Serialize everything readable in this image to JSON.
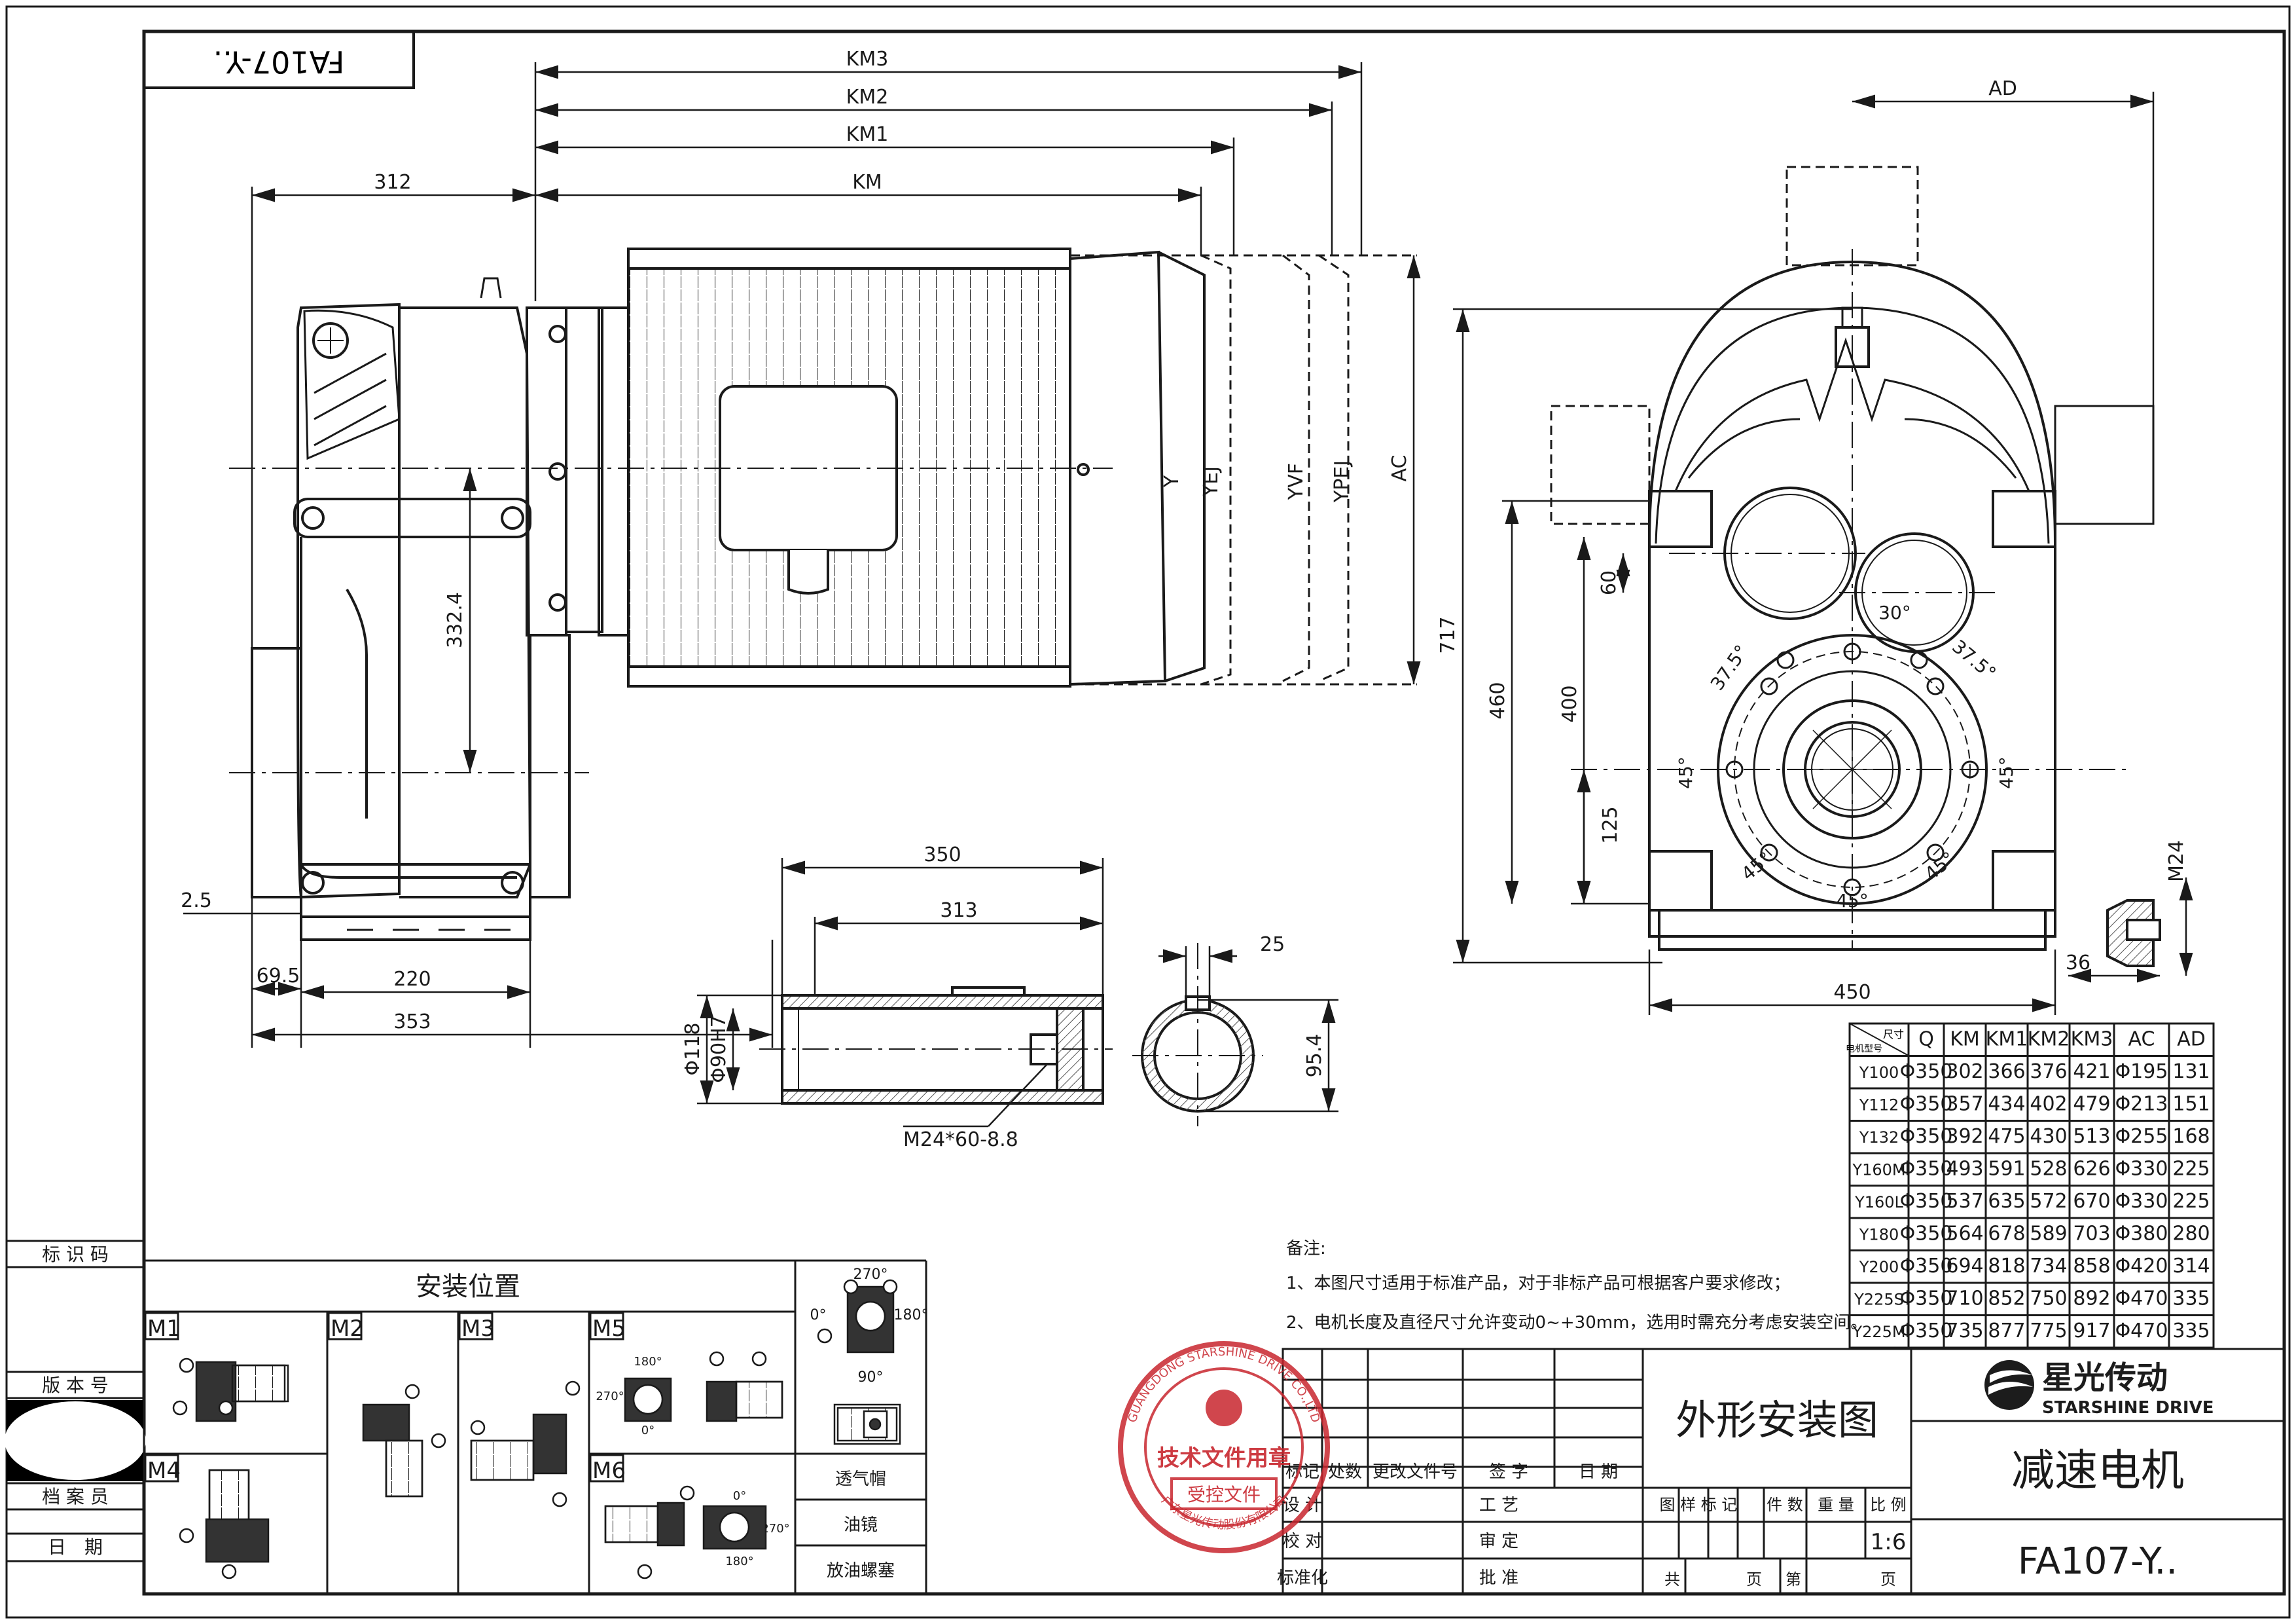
{
  "drawing": {
    "corner_code": "FA107-Y..",
    "title": "外形安装图",
    "product": "减速电机",
    "model": "FA107-Y..",
    "scale": "1:6",
    "company_cn": "星光传动",
    "company_en": "STARSHINE DRIVE"
  },
  "stamp": {
    "ring_text": "GUANGDONG STARSHINE DRIVE CO.,LTD",
    "line1": "技术文件用章",
    "line2": "受控文件",
    "bottom_text": "广东星光传动股份有限公司"
  },
  "left_labels": {
    "id_code": "标 识 码",
    "version": "版 本 号",
    "archivist": "档 案 员",
    "date": "日　期"
  },
  "mounting": {
    "title": "安装位置",
    "positions": [
      "M1",
      "M2",
      "M3",
      "M4",
      "M5",
      "M6"
    ],
    "angle_0": "0°",
    "angle_90": "90°",
    "angle_180": "180°",
    "angle_270": "270°",
    "legend": [
      "透气帽",
      "油镜",
      "放油螺塞"
    ]
  },
  "notes": {
    "heading": "备注:",
    "line1": "1、本图尺寸适用于标准产品，对于非标产品可根据客户要求修改；",
    "line2": "2、电机长度及直径尺寸允许变动0~+30mm，选用时需充分考虑安装空间。"
  },
  "title_block": {
    "mark": "标记",
    "count": "处数",
    "change_doc": "更改文件号",
    "sign": "签 字",
    "date": "日 期",
    "design": "设 计",
    "check": "校 对",
    "standardize": "标准化",
    "process": "工 艺",
    "review": "审 定",
    "approve": "批 准",
    "chart_mark": "图 样 标 记",
    "pieces": "件 数",
    "weight": "重 量",
    "ratio": "比 例",
    "total": "共",
    "sheet": "页",
    "num": "第",
    "sheet2": "页"
  },
  "dims": {
    "km3": "KM3",
    "km2": "KM2",
    "km1": "KM1",
    "km": "KM",
    "d312": "312",
    "d332": "332.4",
    "d2_5": "2.5",
    "d69_5": "69.5",
    "d220": "220",
    "d353": "353",
    "y": "Y",
    "yej": "YEJ",
    "yvf": "YVF",
    "ypej": "YPEJ",
    "ac": "AC",
    "ad": "AD",
    "d717": "717",
    "d460": "460",
    "d400": "400",
    "d125": "125",
    "d60": "60",
    "d450": "450",
    "a30": "30°",
    "a37": "37.5°",
    "a45": "45°",
    "m24": "M24",
    "d36": "36",
    "d350": "350",
    "d313": "313",
    "d118": "Φ118",
    "d90": "Φ90H7",
    "bolt": "M24*60-8.8",
    "d25": "25",
    "d95": "95.4"
  },
  "dim_table": {
    "corner_top": "尺寸",
    "corner_bottom": "电机型号",
    "headers": [
      "Q",
      "KM",
      "KM1",
      "KM2",
      "KM3",
      "AC",
      "AD"
    ],
    "rows": [
      [
        "Y100",
        "Φ350",
        "302",
        "366",
        "376",
        "421",
        "Φ195",
        "131"
      ],
      [
        "Y112",
        "Φ350",
        "357",
        "434",
        "402",
        "479",
        "Φ213",
        "151"
      ],
      [
        "Y132",
        "Φ350",
        "392",
        "475",
        "430",
        "513",
        "Φ255",
        "168"
      ],
      [
        "Y160M",
        "Φ350",
        "493",
        "591",
        "528",
        "626",
        "Φ330",
        "225"
      ],
      [
        "Y160L",
        "Φ350",
        "537",
        "635",
        "572",
        "670",
        "Φ330",
        "225"
      ],
      [
        "Y180",
        "Φ350",
        "564",
        "678",
        "589",
        "703",
        "Φ380",
        "280"
      ],
      [
        "Y200",
        "Φ350",
        "694",
        "818",
        "734",
        "858",
        "Φ420",
        "314"
      ],
      [
        "Y225S",
        "Φ350",
        "710",
        "852",
        "750",
        "892",
        "Φ470",
        "335"
      ],
      [
        "Y225M",
        "Φ350",
        "735",
        "877",
        "775",
        "917",
        "Φ470",
        "335"
      ]
    ]
  },
  "colors": {
    "line": "#1a1a1a",
    "stamp": "#c8262e",
    "logo": "#1c1c1c"
  }
}
